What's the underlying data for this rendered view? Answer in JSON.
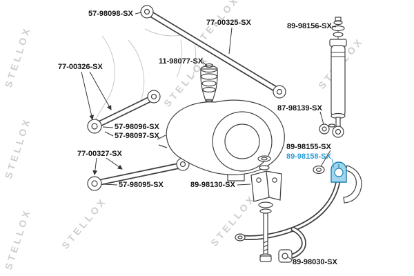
{
  "watermark": {
    "text": "STELLOX"
  },
  "colors": {
    "highlight": "#2f9fd6",
    "highlight_fill": "#9fd6ee",
    "highlight_stroke": "#1d7fae",
    "watermark": "#c9c9c9",
    "line_art": "#404040",
    "label_text": "#151515"
  },
  "labels": [
    {
      "part": "57-98098-SX",
      "highlighted": false
    },
    {
      "part": "77-00325-SX",
      "highlighted": false
    },
    {
      "part": "89-98156-SX",
      "highlighted": false
    },
    {
      "part": "77-00326-SX",
      "highlighted": false
    },
    {
      "part": "11-98077-SX",
      "highlighted": false
    },
    {
      "part": "87-98139-SX",
      "highlighted": false
    },
    {
      "part": "57-98096-SX",
      "highlighted": false
    },
    {
      "part": "57-98097-SX",
      "highlighted": false
    },
    {
      "part": "89-98155-SX",
      "highlighted": false
    },
    {
      "part": "89-98158-SX",
      "highlighted": true
    },
    {
      "part": "77-00327-SX",
      "highlighted": false
    },
    {
      "part": "57-98095-SX",
      "highlighted": false
    },
    {
      "part": "89-98130-SX",
      "highlighted": false
    },
    {
      "part": "89-98030-SX",
      "highlighted": false
    }
  ]
}
